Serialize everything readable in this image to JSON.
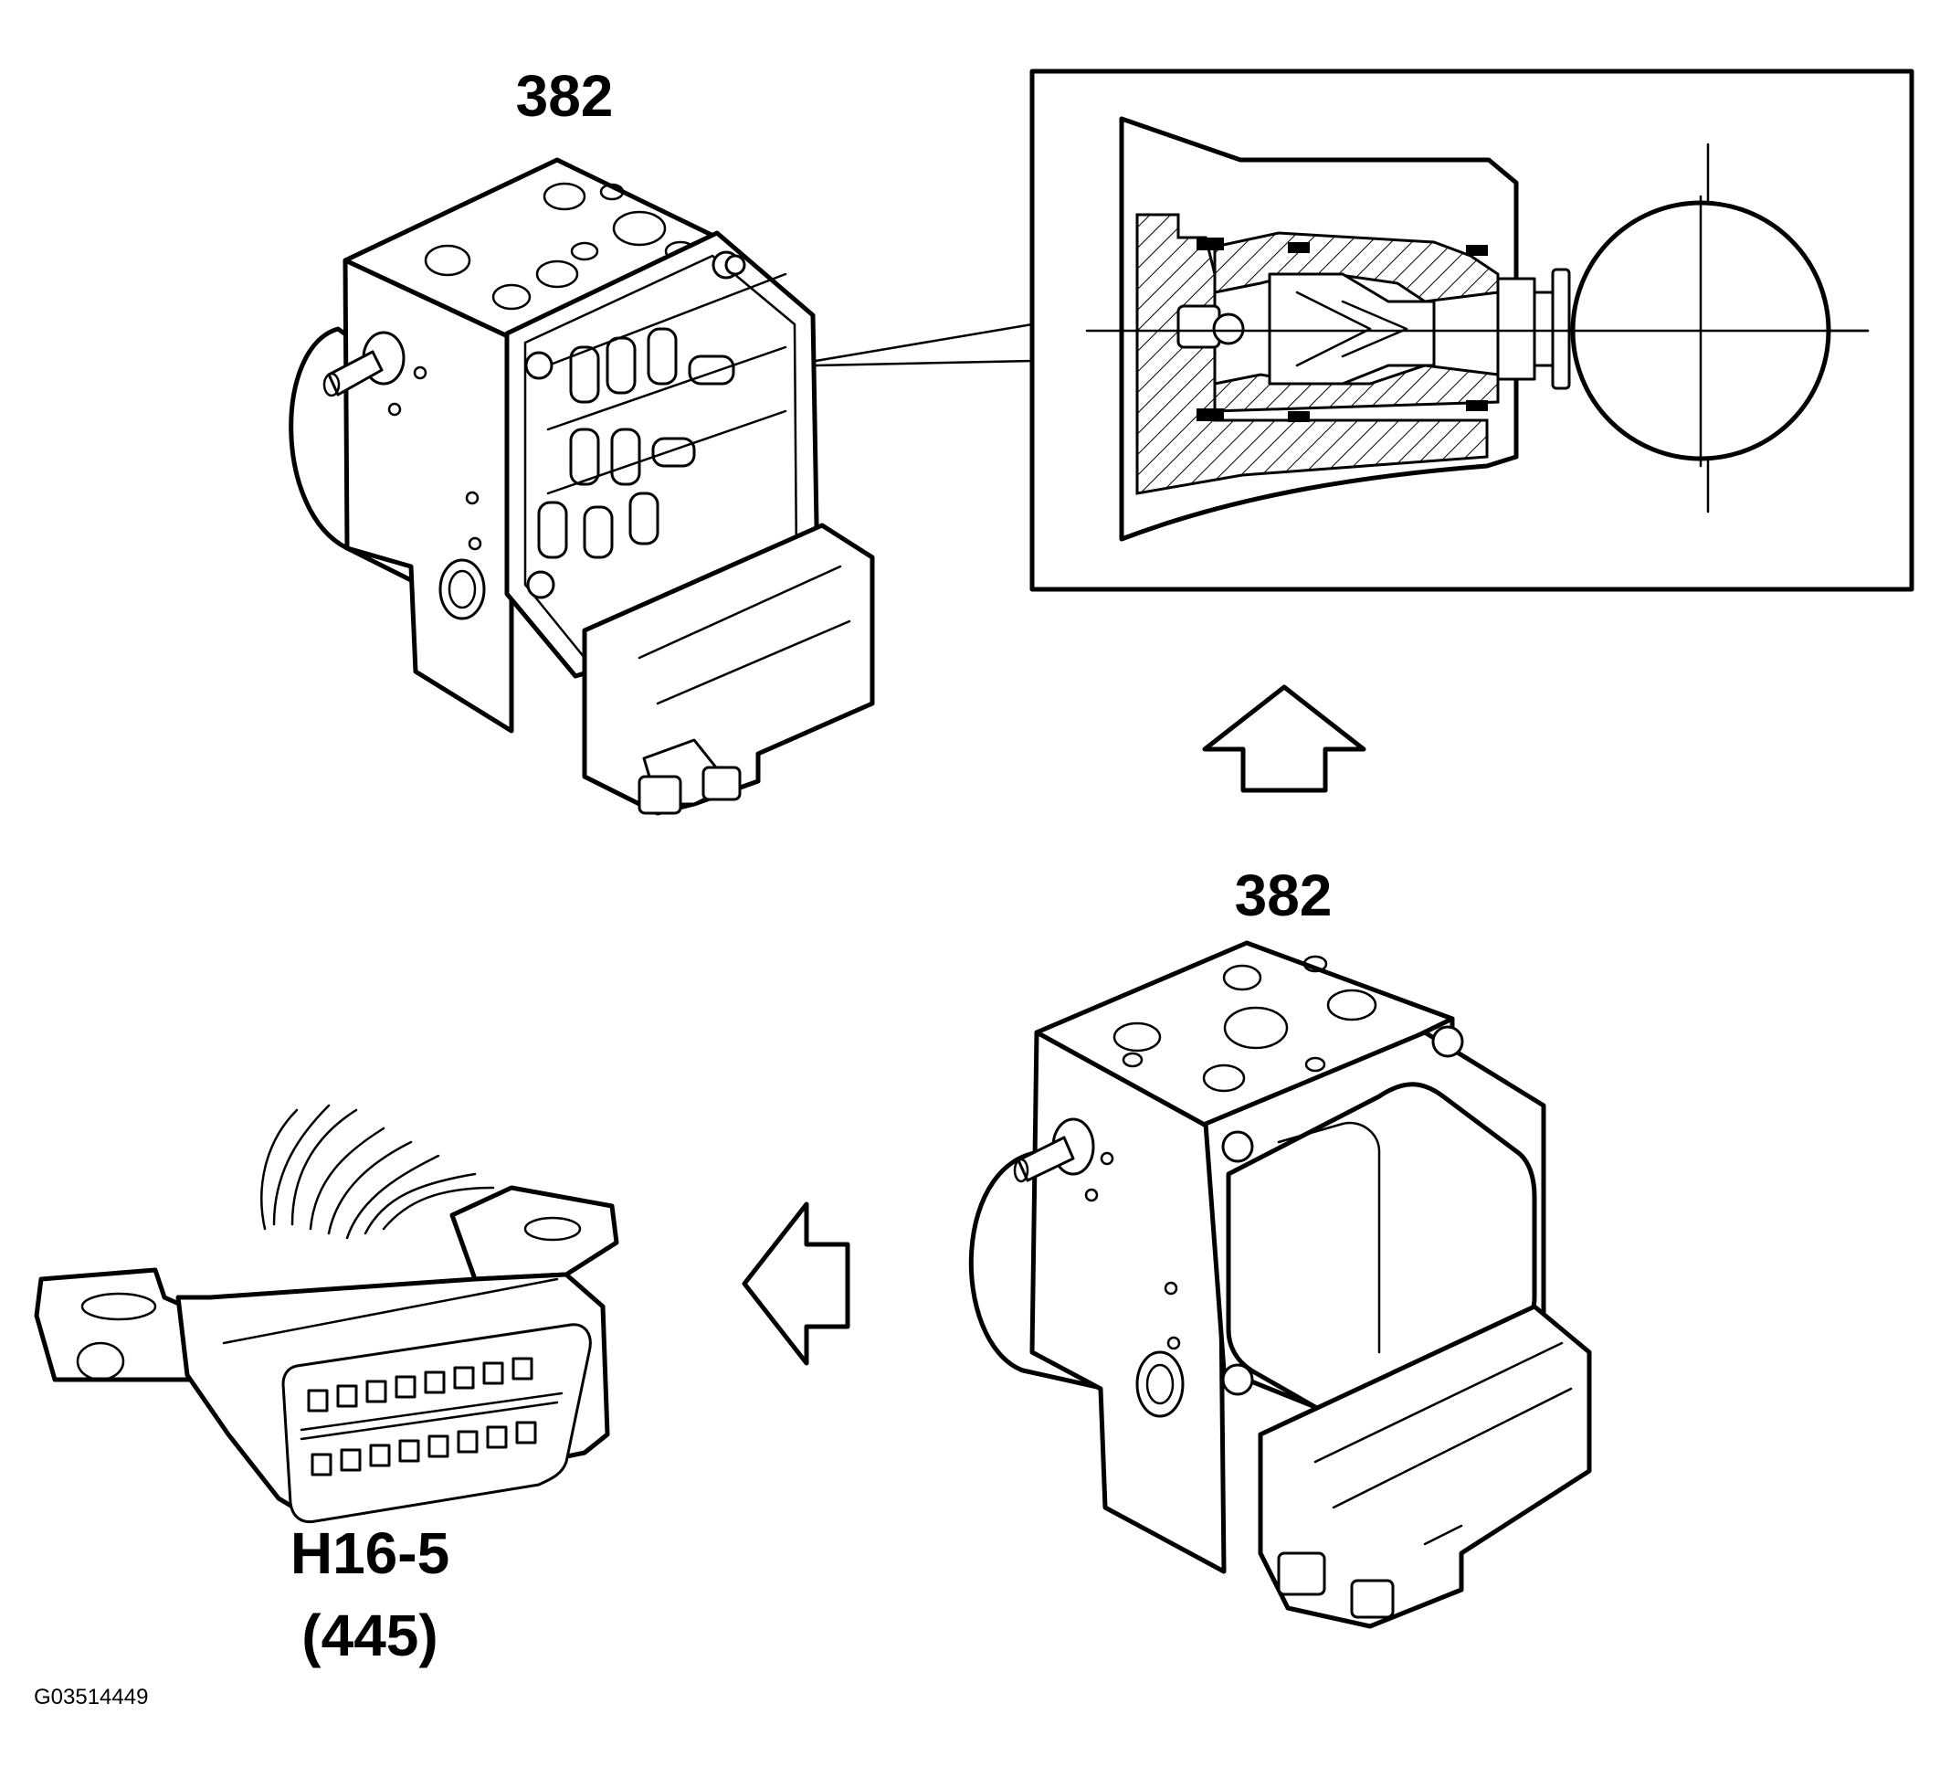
{
  "labels": {
    "module_top": "382",
    "module_bottom": "382",
    "connector": "H16-5",
    "connector_ref": "(445)",
    "figure_code": "G03514449"
  },
  "arrows": {
    "up_arrow": "up",
    "left_arrow": "left"
  }
}
